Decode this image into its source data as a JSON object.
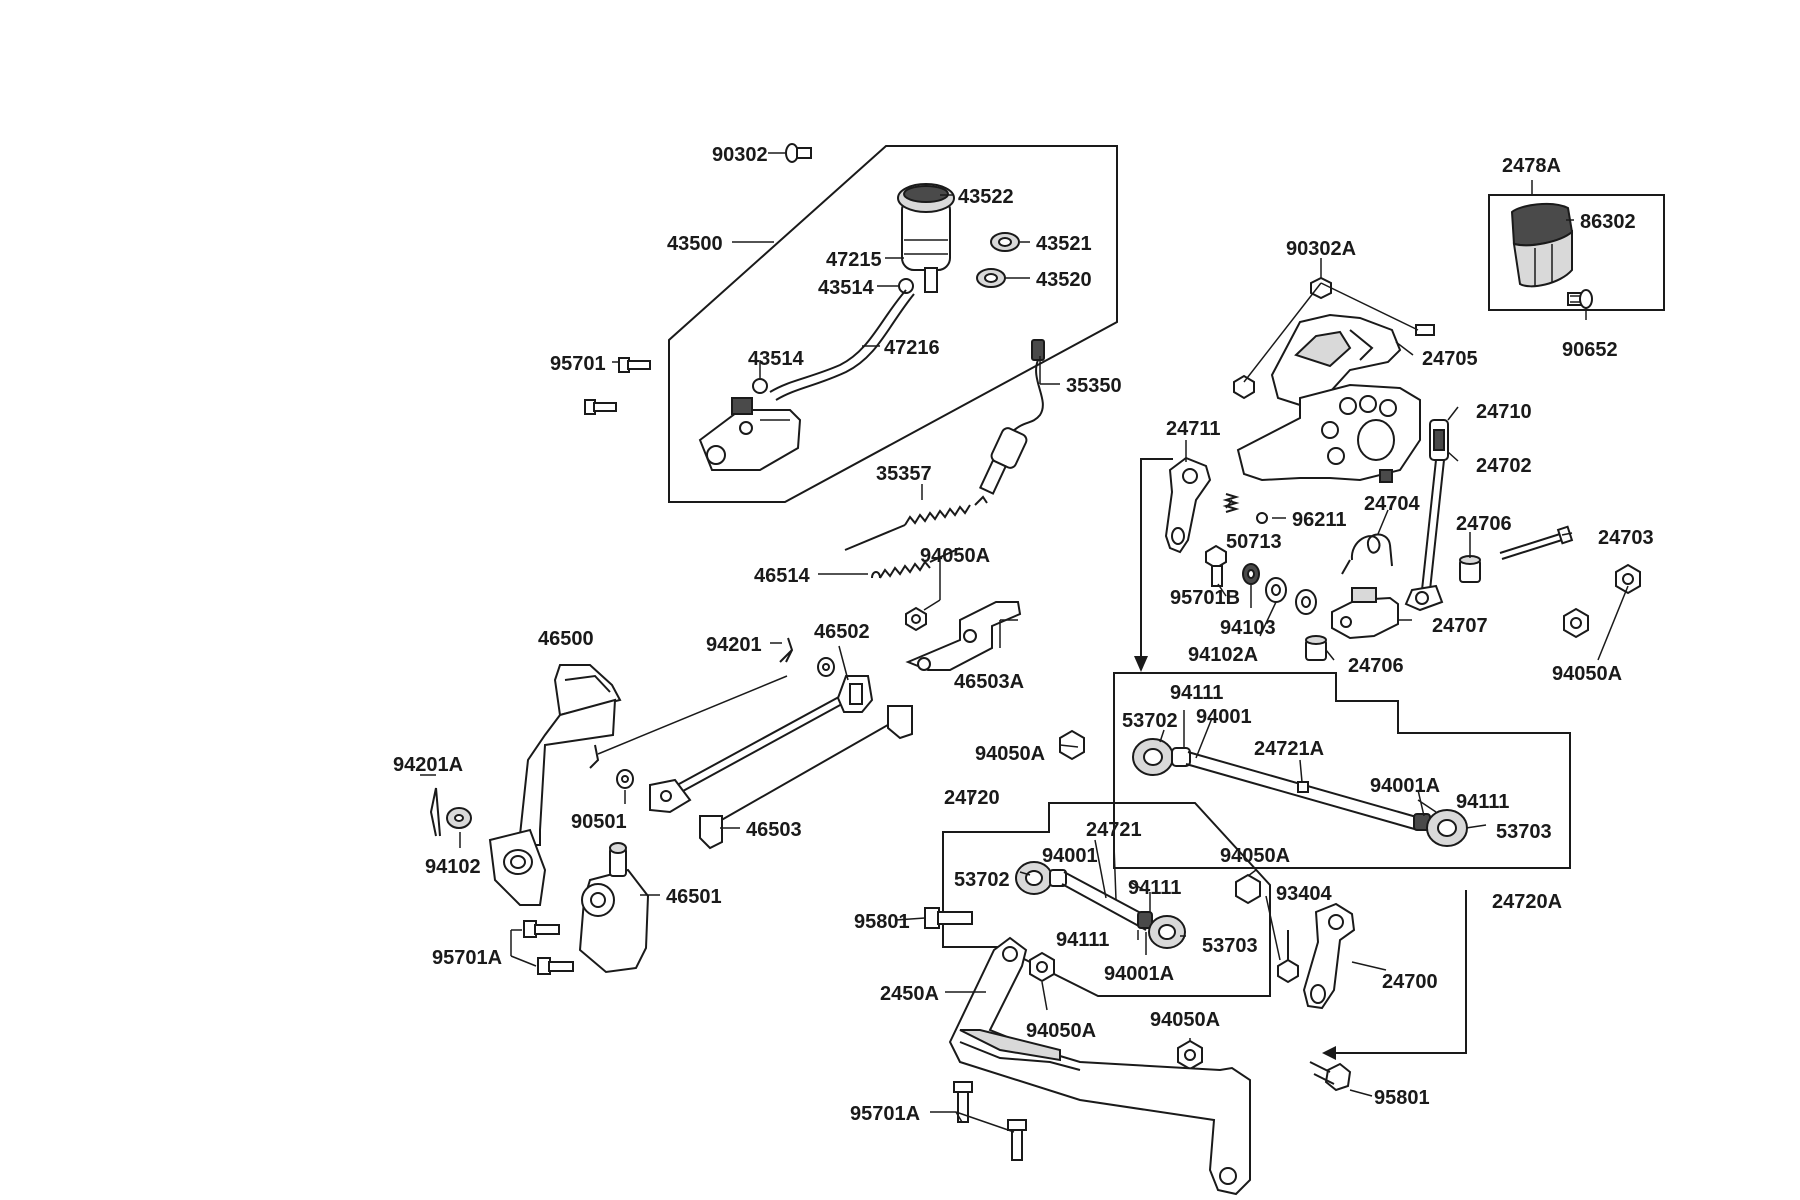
{
  "diagram": {
    "labels": {
      "p90302": "90302",
      "p43522": "43522",
      "p43500": "43500",
      "p47215": "47215",
      "p43521": "43521",
      "p43514a": "43514",
      "p43520": "43520",
      "p47216": "47216",
      "p43514b": "43514",
      "p95701": "95701",
      "p35350": "35350",
      "p35357": "35357",
      "p94050a_1": "94050A",
      "p46514": "46514",
      "p46500": "46500",
      "p94201": "94201",
      "p46502": "46502",
      "p46503a": "46503A",
      "p94201a": "94201A",
      "p90501": "90501",
      "p46503": "46503",
      "p94102": "94102",
      "p46501": "46501",
      "p95701a_1": "95701A",
      "p2478a": "2478A",
      "p86302": "86302",
      "p90652": "90652",
      "p90302a": "90302A",
      "p24705": "24705",
      "p24710": "24710",
      "p24711": "24711",
      "p24702": "24702",
      "p24704": "24704",
      "p96211": "96211",
      "p50713": "50713",
      "p24706a": "24706",
      "p24703": "24703",
      "p95701b": "95701B",
      "p94103": "94103",
      "p24707": "24707",
      "p94102a": "94102A",
      "p24706b": "24706",
      "p94050a_2": "94050A",
      "p94111a": "94111",
      "p53702a": "53702",
      "p94001a": "94001",
      "p24721a": "24721A",
      "p94050a_3": "94050A",
      "p94001a_a": "94001A",
      "p94111b": "94111",
      "p53703a": "53703",
      "p24720": "24720",
      "p24721": "24721",
      "p94001b": "94001",
      "p53702b": "53702",
      "p94111c": "94111",
      "p94050a_4": "94050A",
      "p93404": "93404",
      "p24720a": "24720A",
      "p95801a": "95801",
      "p94111d": "94111",
      "p53703b": "53703",
      "p94001a_b": "94001A",
      "p24700": "24700",
      "p2450a": "2450A",
      "p94050a_5": "94050A",
      "p94050a_6": "94050A",
      "p95801b": "95801",
      "p95701a_2": "95701A"
    }
  }
}
